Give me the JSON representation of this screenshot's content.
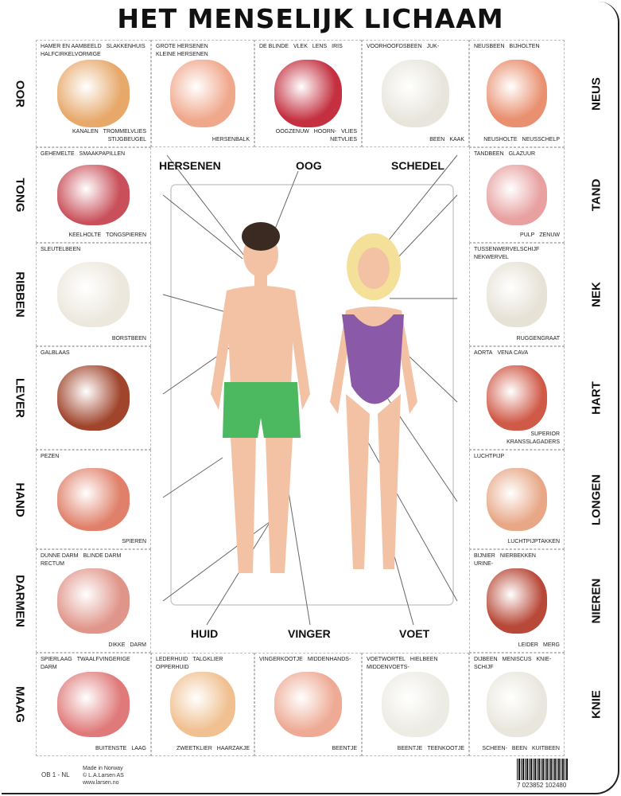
{
  "title": "HET MENSELIJK LICHAAM",
  "tiles": [
    {
      "side": "OOR",
      "labels": [
        "HAMER EN AAMBEELD",
        "SLAKKENHUIS",
        "HALFCIRKELVORMIGE",
        "KANALEN",
        "TROMMELVLIES",
        "STIJGBEUGEL"
      ],
      "color": "#e7a86a"
    },
    {
      "side": "",
      "labels": [
        "GROTE HERSENEN",
        "KLEINE HERSENEN",
        "HERSENBALK"
      ],
      "color": "#f0a88c"
    },
    {
      "side": "",
      "labels": [
        "DE BLINDE",
        "VLEK",
        "LENS",
        "IRIS",
        "OOGZENUW",
        "HOORN-",
        "VLIES",
        "NETVLIES"
      ],
      "color": "#c43040"
    },
    {
      "side": "",
      "labels": [
        "VOORHOOFDSBEEN",
        "JUK-",
        "BEEN",
        "KAAK"
      ],
      "color": "#e8e6dc"
    },
    {
      "side": "NEUS",
      "labels": [
        "NEUSBEEN",
        "BIJHOLTEN",
        "NEUSHOLTE",
        "NEUSSCHELP"
      ],
      "color": "#e99070"
    },
    {
      "side": "TONG",
      "labels": [
        "GEHEMELTE",
        "SMAAKPAPILLEN",
        "KEELHOLTE",
        "TONGSPIEREN"
      ],
      "color": "#c9505a"
    },
    {
      "side": "TAND",
      "labels": [
        "TANDBEEN",
        "GLAZUUR",
        "PULP",
        "ZENUW"
      ],
      "color": "#e8a0a0"
    },
    {
      "side": "RIBBEN",
      "labels": [
        "SLEUTELBEEN",
        "BORSTBEEN"
      ],
      "color": "#ece8dd"
    },
    {
      "side": "NEK",
      "labels": [
        "TUSSENWERVELSCHIJF",
        "NEKWERVEL",
        "RUGGENGRAAT"
      ],
      "color": "#e6e2d6"
    },
    {
      "side": "LEVER",
      "labels": [
        "GALBLAAS"
      ],
      "color": "#a0442c"
    },
    {
      "side": "HART",
      "labels": [
        "AORTA",
        "VENA CAVA",
        "SUPERIOR",
        "KRANSSLAGADERS"
      ],
      "color": "#d05a48"
    },
    {
      "side": "HAND",
      "labels": [
        "PEZEN",
        "SPIEREN"
      ],
      "color": "#e0806a"
    },
    {
      "side": "LONGEN",
      "labels": [
        "LUCHTPIJP",
        "LUCHTPIJPTAKKEN"
      ],
      "color": "#e8a888"
    },
    {
      "side": "DARMEN",
      "labels": [
        "DUNNE DARM",
        "BLINDE DARM",
        "RECTUM",
        "DIKKE",
        "DARM"
      ],
      "color": "#e0958a"
    },
    {
      "side": "NIEREN",
      "labels": [
        "BIJNIER",
        "NIERBEKKEN",
        "URINE-",
        "LEIDER",
        "MERG"
      ],
      "color": "#b84838"
    },
    {
      "side": "MAAG",
      "labels": [
        "SPIERLAAG",
        "TWAALFVINGERIGE",
        "DARM",
        "BUITENSTE",
        "LAAG"
      ],
      "color": "#e07a7a"
    },
    {
      "side": "",
      "labels": [
        "LEDERHUID",
        "TALGKLIER",
        "OPPERHUID",
        "ZWEETKLIER",
        "HAARZAKJE"
      ],
      "color": "#f0c090"
    },
    {
      "side": "",
      "labels": [
        "VINGERKOOTJE",
        "MIDDENHANDS-",
        "BEENTJE"
      ],
      "color": "#eeaa94"
    },
    {
      "side": "",
      "labels": [
        "VOETWORTEL",
        "HIELBEEN",
        "MIDDENVOETS-",
        "BEENTJE",
        "TEENKOOTJE"
      ],
      "color": "#ecebe4"
    },
    {
      "side": "KNIE",
      "labels": [
        "DIJBEEN",
        "MENISCUS",
        "KNIE-",
        "SCHIJF",
        "SCHEEN-",
        "BEEN",
        "KUITBEEN"
      ],
      "color": "#e9e7dd"
    }
  ],
  "center": {
    "top_labels": [
      "HERSENEN",
      "OOG",
      "SCHEDEL"
    ],
    "bottom_labels": [
      "HUID",
      "VINGER",
      "VOET"
    ],
    "boy_shorts_color": "#4cb860",
    "girl_suit_color": "#8a5aa8",
    "skin_color": "#f3c2a4"
  },
  "footer": {
    "code": "OB 1 - NL",
    "made": "Made in Norway",
    "copyright": "© L.A.Larsen AS",
    "url": "www.larsen.no",
    "barcode": "7 023852 102480"
  }
}
